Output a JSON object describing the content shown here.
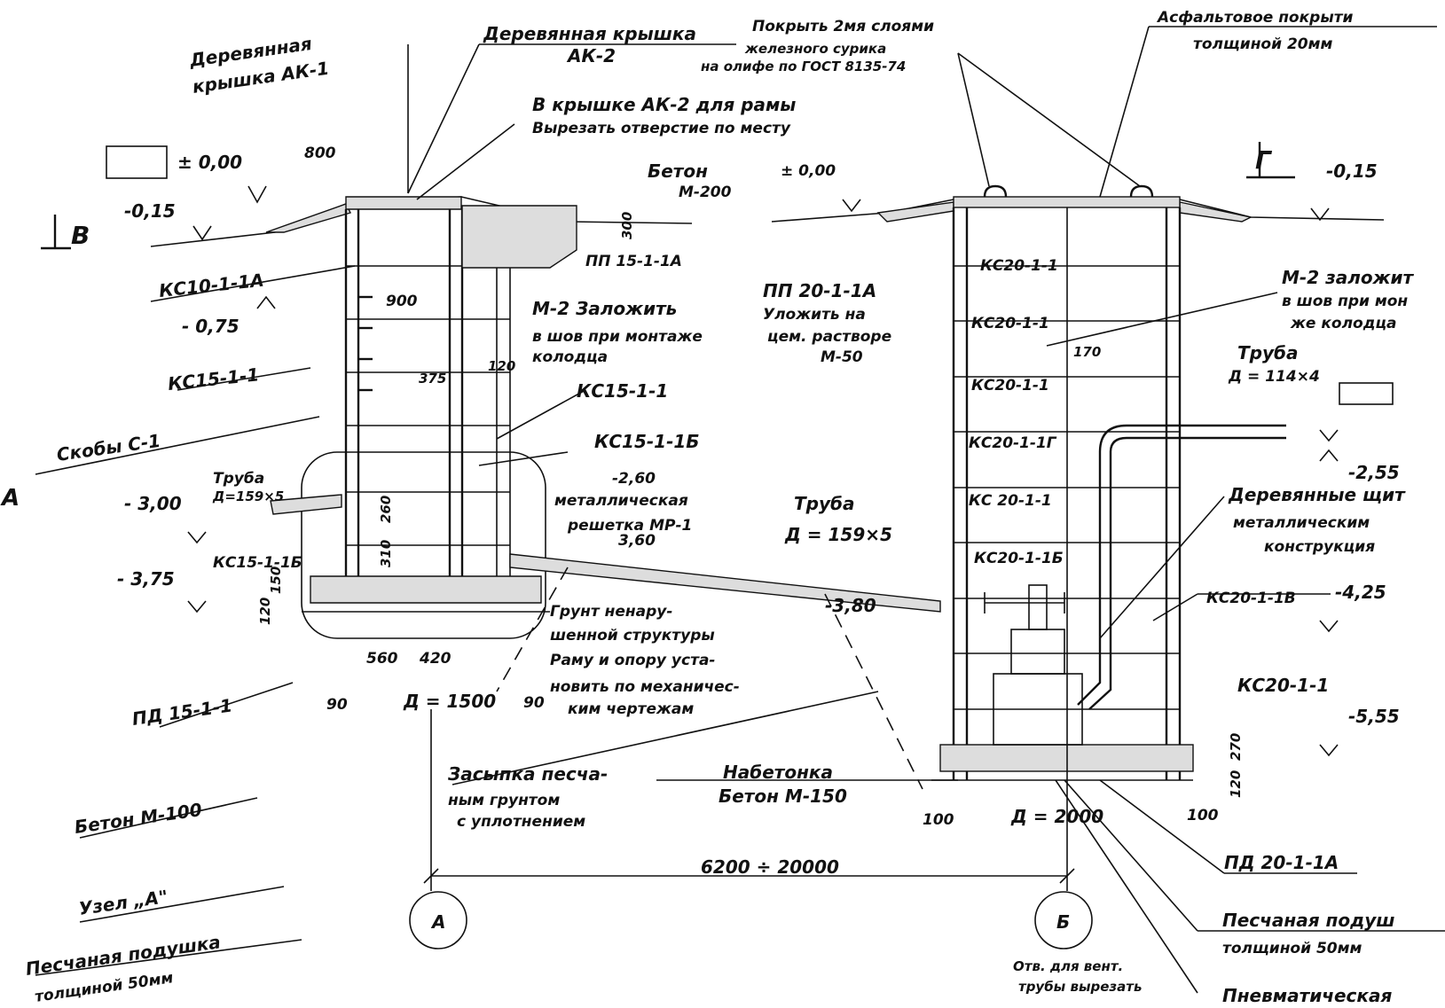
{
  "labels": {
    "wood_cover_ak1": "Деревянная",
    "wood_cover_ak1_2": "крышка АК-1",
    "wood_cover_ak2": "Деревянная крышка",
    "wood_cover_ak2_2": "АК-2",
    "coating": "Покрыть 2мя слоями",
    "coating_2": "железного сурика",
    "coating_3": "на олифе по ГОСТ 8135-74",
    "asphalt": "Асфальтовое покрыти",
    "asphalt_2": "толщиной  20мм",
    "frame_hole": "В крышке АК-2 для рамы",
    "frame_hole_2": "Вырезать отверстие по месту",
    "beton_m200": "Бетон",
    "beton_m200_2": "М-200",
    "pp15": "ПП 15-1-1А",
    "pp20": "ПП 20-1-1А",
    "lay_on": "Уложить на",
    "lay_on_2": "цем. растворе",
    "lay_on_3": "М-50",
    "m2_left": "М-2  Заложить",
    "m2_left_2": "в шов при монтаже",
    "m2_left_3": "колодца",
    "m2_right": "М-2 заложит",
    "m2_right_2": "в шов при мон",
    "m2_right_3": "же колодца",
    "ks10": "КС10-1-1А",
    "ks15_a": "КС15-1-1",
    "ks15_b": "КС15-1-1",
    "ks15_1b": "КС15-1-1Б",
    "ks15_1b_2": "КС15-1-1Б",
    "skoby": "Скобы С-1",
    "pipe_159_left": "Труба",
    "pipe_159_left_2": "Д=159×5",
    "pipe_159_mid": "Труба",
    "pipe_159_mid_2": "Д = 159×5",
    "pipe_114": "Труба",
    "pipe_114_2": "Д = 114×4",
    "grate": "металлическая",
    "grate_2": "решетка МР-1",
    "soil": "Грунт ненару-",
    "soil_2": "шенной структуры",
    "frame_support": "Раму и опору уста-",
    "frame_support_2": "новить по механичес-",
    "frame_support_3": "ким чертежам",
    "pd15": "ПД 15-1-1",
    "beton_m100": "Бетон М-100",
    "node_a": "Узел „А\"",
    "sand_left": "Песчаная подушка",
    "sand_left_2": "толщиной 50мм",
    "backfill": "Засыпка песча-",
    "backfill_2": "ным грунтом",
    "backfill_3": "с уплотнением",
    "nabetonka": "Набетонка",
    "nabetonka_2": "Бетон М-150",
    "wood_shields": "Деревянные щит",
    "wood_shields_2": "металлическим",
    "wood_shields_3": "конструкция",
    "ks20_1_1": "КС20-1-1",
    "ks20_1_1b": "КС20-1-1",
    "ks20_1_1c": "КС20-1-1",
    "ks20_1_1g": "КС20-1-1Г",
    "ks20_1_1d": "КС 20-1-1",
    "ks20_1_1_6": "КС20-1-1Б",
    "ks20_1_1v": "КС20-1-1В",
    "ks20_1_1e": "КС20-1-1",
    "pd20": "ПД 20-1-1А",
    "sand_right": "Песчаная подуш",
    "sand_right_2": "толщиной 50мм",
    "vent": "Отв. для вент.",
    "vent_2": "трубы вырезать",
    "pneumatic": "Пневматическая",
    "dist": "6200 ÷ 20000",
    "axis_a": "А",
    "axis_b": "Б",
    "section_v": "В",
    "section_g": "Г",
    "section_a_edge": "А"
  },
  "dims": {
    "d800": "800",
    "d900": "900",
    "d375": "375",
    "d120": "120",
    "d260": "260",
    "d310": "310",
    "d150": "150",
    "d120b": "120",
    "d560": "560",
    "d420": "420",
    "d90a": "90",
    "d1500": "Д = 1500",
    "d90b": "90",
    "d170": "170",
    "d300": "300",
    "d270": "270",
    "d120c": "120",
    "d100a": "100",
    "d2000": "Д = 2000",
    "d100b": "100"
  },
  "levels": {
    "l000_left": "± 0,00",
    "l015_left": "-0,15",
    "l075": "- 0,75",
    "l300": "- 3,00",
    "l375": "- 3,75",
    "l260": "-2,60",
    "l360": "3,60",
    "l380": "-3,80",
    "l000_mid": "± 0,00",
    "l015_right": "-0,15",
    "l255": "-2,55",
    "l425": "-4,25",
    "l555": "-5,55"
  }
}
